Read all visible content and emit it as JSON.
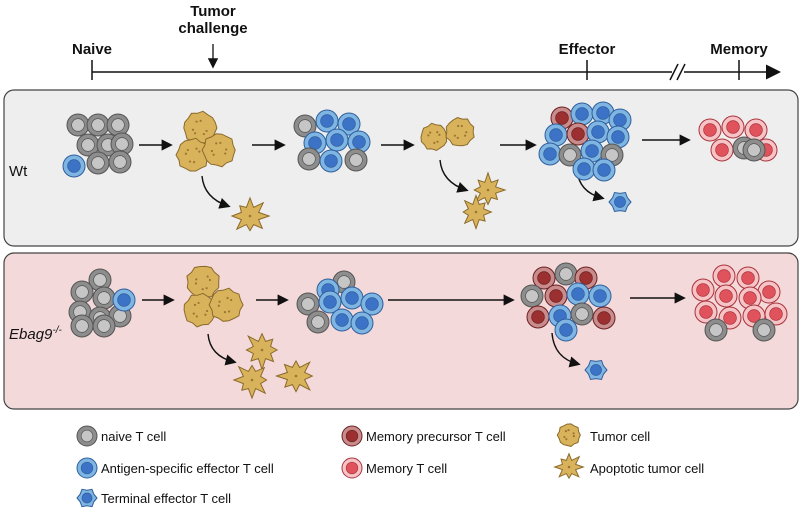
{
  "timeline": {
    "naive": "Naive",
    "tumor_challenge_line1": "Tumor",
    "tumor_challenge_line2": "challenge",
    "effector": "Effector",
    "memory": "Memory"
  },
  "panels": {
    "wt": {
      "label": "Wt"
    },
    "ebag9": {
      "label_main": "Ebag9",
      "label_sup": "-/-"
    }
  },
  "legend": {
    "naive": "naive T cell",
    "antigen_specific": "Antigen-specific effector T cell",
    "terminal": "Terminal effector T cell",
    "memory_precursor": "Memory precursor T cell",
    "memory": "Memory T cell",
    "tumor": "Tumor cell",
    "apoptotic": "Apoptotic tumor cell"
  },
  "colors": {
    "wt_panel_bg": "#efeeee",
    "ebag9_panel_bg": "#f4d9da",
    "naive_outer": "#8d8d8d",
    "naive_inner": "#c6c6c6",
    "effector_outer": "#7fb5e3",
    "effector_inner": "#3d73c6",
    "memory_precursor_outer": "#c98b8b",
    "memory_precursor_inner": "#9c2f2f",
    "memory_outer": "#f6c3c6",
    "memory_inner": "#e0535c",
    "tumor_fill": "#d9b35c",
    "tumor_stroke": "#8a6a2a"
  }
}
